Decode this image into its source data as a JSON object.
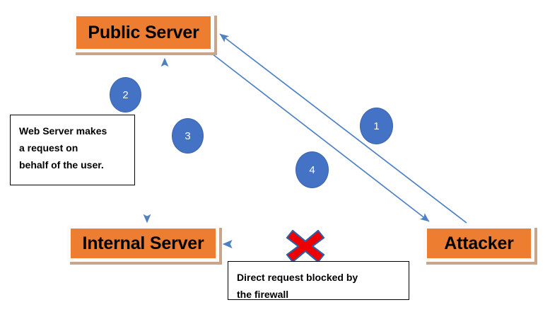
{
  "diagram": {
    "title": "SSRF attack flow through public server to internal server",
    "colors": {
      "node_fill": "#ED7D31",
      "node_border": "#FBFBFB",
      "node_shadow": "#C9A58C",
      "badge_fill": "#4472C4",
      "badge_text": "#FFFFFF",
      "arrow": "#4E80C4",
      "blocked_mark": "#EE0000",
      "blocked_mark_outline": "#2E5FA3",
      "note_border": "#000000",
      "note_fill": "#FFFFFF",
      "text": "#000000",
      "background": "#FFFFFF"
    },
    "nodes": [
      {
        "id": "public-server",
        "label": "Public Server"
      },
      {
        "id": "internal-server",
        "label": "Internal Server"
      },
      {
        "id": "attacker",
        "label": "Attacker"
      }
    ],
    "badges": [
      {
        "id": "1",
        "label": "1"
      },
      {
        "id": "2",
        "label": "2"
      },
      {
        "id": "3",
        "label": "3"
      },
      {
        "id": "4",
        "label": "4"
      }
    ],
    "notes": {
      "web_server": {
        "lines": [
          "Web Server makes",
          "a request on",
          "behalf of the user."
        ]
      },
      "firewall": {
        "lines": [
          "Direct request blocked by",
          "the firewall"
        ]
      }
    },
    "edges": [
      {
        "id": "1",
        "from": "attacker",
        "to": "public-server",
        "step": "1"
      },
      {
        "id": "2",
        "from": "public-server",
        "to": "internal-server",
        "step": "2"
      },
      {
        "id": "3",
        "from": "internal-server",
        "to": "public-server",
        "step": "3"
      },
      {
        "id": "4",
        "from": "public-server",
        "to": "attacker",
        "step": "4"
      },
      {
        "id": "blocked",
        "from": "attacker",
        "to": "internal-server",
        "step": "blocked"
      }
    ]
  }
}
